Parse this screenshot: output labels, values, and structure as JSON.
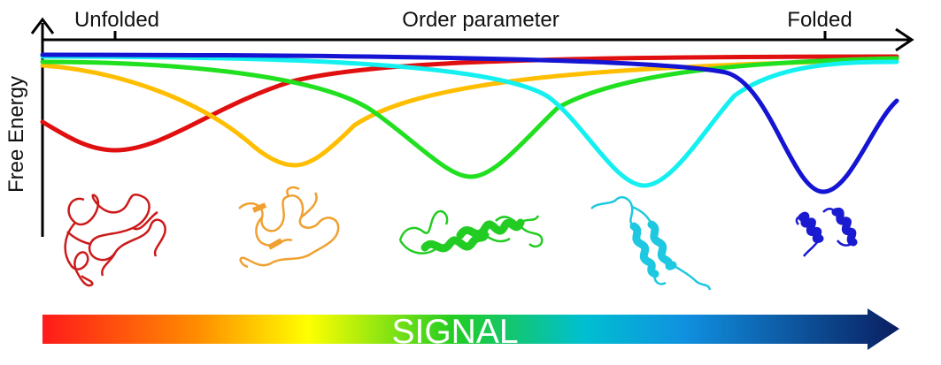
{
  "axis": {
    "x_label": "Order parameter",
    "y_label": "Free Energy",
    "left_marker": "Unfolded",
    "right_marker": "Folded"
  },
  "curves": [
    {
      "name": "energy-curve-red",
      "color": "#e01010"
    },
    {
      "name": "energy-curve-orange",
      "color": "#ffbe00"
    },
    {
      "name": "energy-curve-green",
      "color": "#20e020"
    },
    {
      "name": "energy-curve-cyan",
      "color": "#14f0f0"
    },
    {
      "name": "energy-curve-blue",
      "color": "#1414d2"
    }
  ],
  "structures": [
    {
      "name": "protein-structure-red",
      "color": "#cc1a1a"
    },
    {
      "name": "protein-structure-orange",
      "color": "#f0a030"
    },
    {
      "name": "protein-structure-green",
      "color": "#22cc22"
    },
    {
      "name": "protein-structure-cyan",
      "color": "#1ec8e0"
    },
    {
      "name": "protein-structure-blue",
      "color": "#1a1ad0"
    }
  ],
  "signal": {
    "label": "SIGNAL",
    "gradient": [
      "#ff1a1a",
      "#ff8c00",
      "#ffff00",
      "#22cc22",
      "#00c0d0",
      "#1090e0",
      "#0a1e60"
    ]
  }
}
